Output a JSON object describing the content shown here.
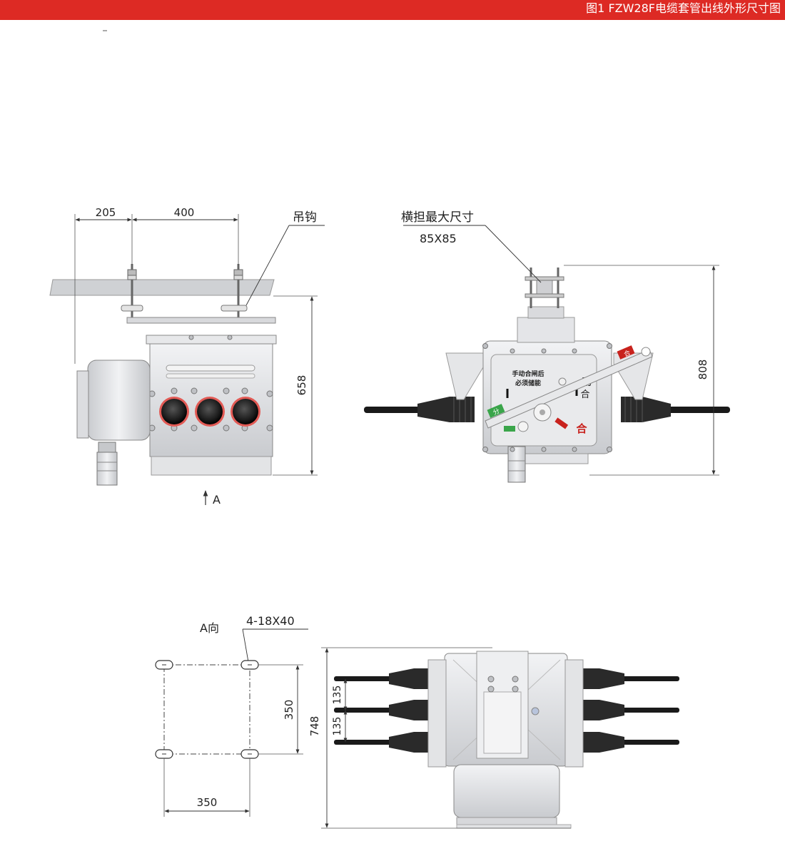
{
  "header": {
    "title": "图1 FZW28F电缆套管出线外形尺寸图"
  },
  "front_view": {
    "dims": {
      "left_offset": "205",
      "bolt_spacing": "400",
      "height": "658"
    },
    "hook_label": "吊钩",
    "direction_label": "A"
  },
  "side_view": {
    "crossarm_label": "横担最大尺寸",
    "crossarm_size": "85X85",
    "height": "808",
    "panel_text_line1": "手动合闸后",
    "panel_text_line2": "必须储能",
    "mark_open": "分",
    "mark_close": "合",
    "mark_dong": "动"
  },
  "a_view": {
    "title": "A向",
    "hole_spec": "4-18X40",
    "hole_height": "350",
    "hole_width": "350",
    "total_height": "748",
    "pitch_upper": "135",
    "pitch_lower": "135"
  },
  "colors": {
    "banner": "#dd2a24",
    "line": "#333333",
    "body": "#dcdde0",
    "cable": "#1a1a1a",
    "red": "#c8221d",
    "green": "#3aa54a"
  }
}
